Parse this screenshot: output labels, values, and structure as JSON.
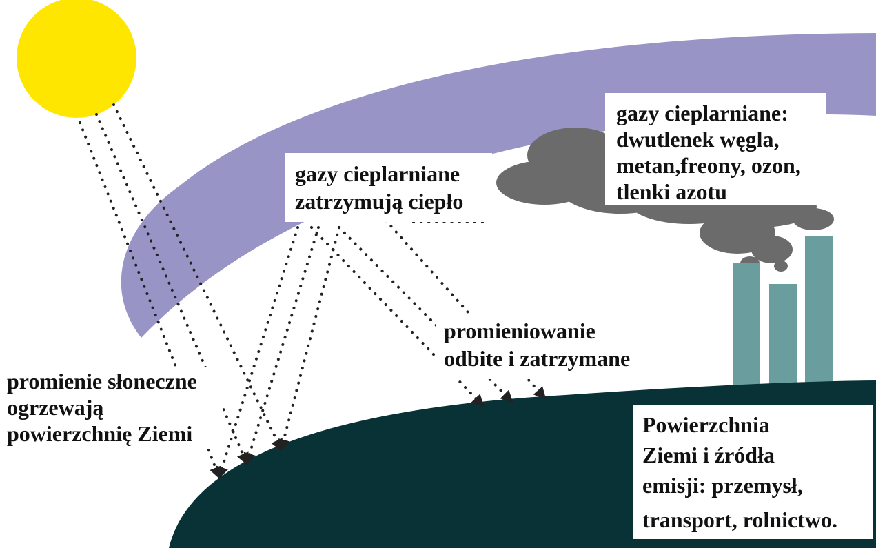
{
  "colors": {
    "sun": "#ffe600",
    "atmosphere_band": "#9894c6",
    "earth": "#083235",
    "cloud": "#6b6b6b",
    "chimneys": "#6a9d9d",
    "rays": "#222222",
    "label_background": "#ffffff"
  },
  "labels": {
    "greenhouse_gases_list": [
      "gazy cieplarniane:",
      "dwutlenek węgla,",
      "metan,freony, ozon,",
      "tlenki azotu"
    ],
    "greenhouse_gases_trap": [
      "gazy cieplarniane",
      "zatrzymują ciepło"
    ],
    "reflected_radiation": [
      "promieniowanie",
      "odbite i zatrzymane"
    ],
    "sun_rays": [
      "promienie słoneczne",
      "ogrzewają",
      "powierzchnię Ziemi"
    ],
    "surface_sources": [
      "Powierzchnia",
      "Ziemi i źródła",
      "emisji: przemysł,",
      "transport, rolnictwo."
    ]
  }
}
